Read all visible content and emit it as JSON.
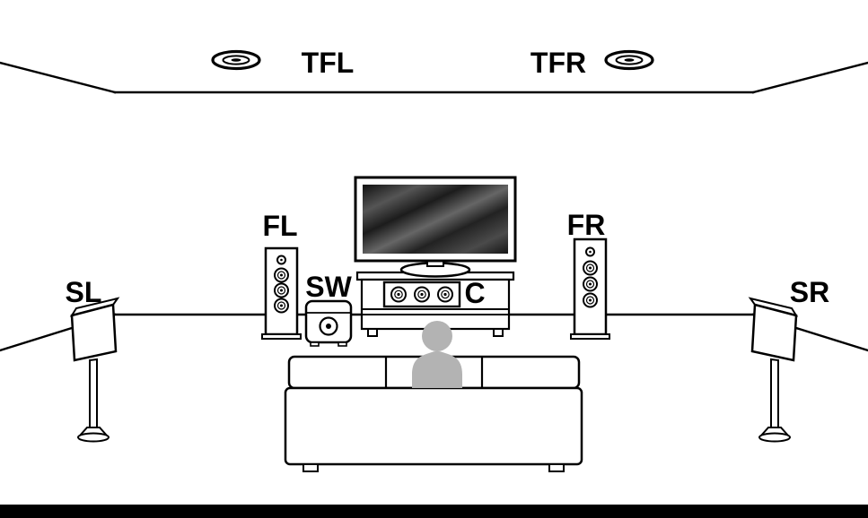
{
  "labels": {
    "tfl": "TFL",
    "tfr": "TFR",
    "fl": "FL",
    "fr": "FR",
    "sw": "SW",
    "c": "C",
    "sl": "SL",
    "sr": "SR"
  },
  "colors": {
    "line": "#000000",
    "background": "#ffffff",
    "person": "#b3b3b3",
    "bottom_bar": "#000000",
    "tv_screen_dark": "#161616",
    "tv_screen_light": "#5e5e5e"
  }
}
